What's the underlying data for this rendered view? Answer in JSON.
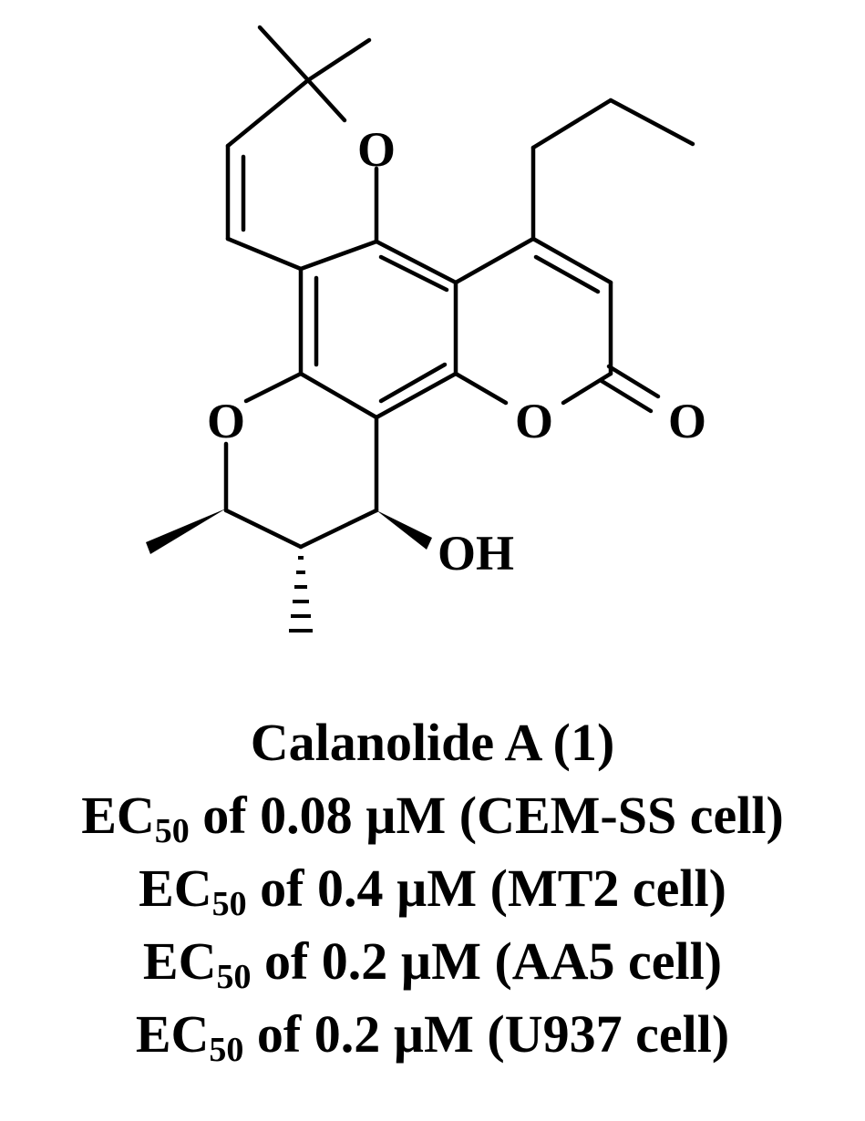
{
  "atoms": {
    "o_pyran_top": "O",
    "o_pyran_bottom": "O",
    "o_lactone_ring": "O",
    "o_carbonyl": "O",
    "oh_group": "OH"
  },
  "caption": {
    "compound": "Calanolide A (1)",
    "rows": [
      {
        "prefix": "EC",
        "sub": "50",
        "text": " of 0.08 µM (CEM-SS cell)"
      },
      {
        "prefix": "EC",
        "sub": "50",
        "text": " of 0.4 µM (MT2 cell)"
      },
      {
        "prefix": "EC",
        "sub": "50",
        "text": " of 0.2 µM (AA5 cell)"
      },
      {
        "prefix": "EC",
        "sub": "50",
        "text": " of 0.2 µM (U937 cell)"
      }
    ]
  }
}
